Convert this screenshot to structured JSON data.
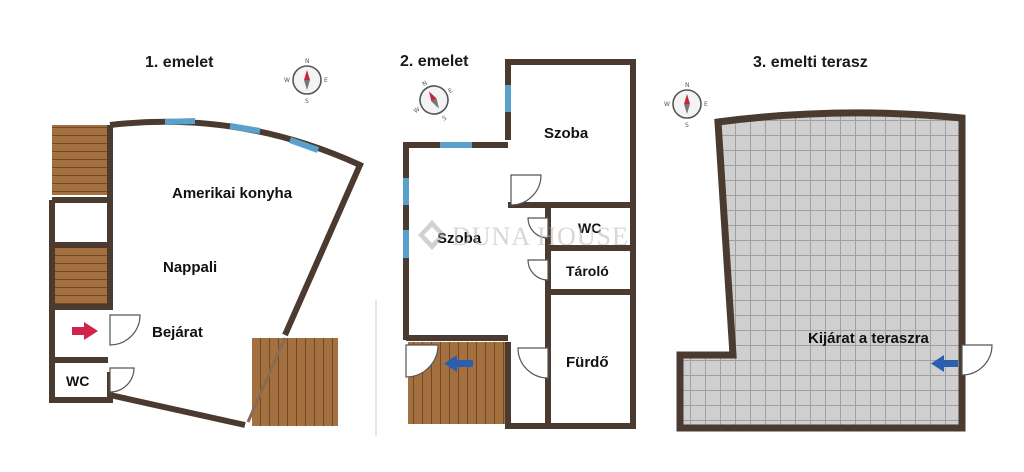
{
  "plans": [
    {
      "title": "1. emelet",
      "rooms": {
        "kitchen": "Amerikai konyha",
        "living": "Nappali",
        "entrance": "Bejárat",
        "wc": "WC"
      }
    },
    {
      "title": "2. emelet",
      "rooms": {
        "room_top": "Szoba",
        "wc": "WC",
        "room_left": "Szoba",
        "storage": "Tároló",
        "bathroom": "Fürdő"
      }
    },
    {
      "title": "3. emelti terasz",
      "rooms": {
        "exit": "Kijárat a teraszra"
      }
    }
  ],
  "watermark": {
    "text": "DUNA HOUSE"
  },
  "compass": {
    "north": "N",
    "south": "S",
    "east": "E",
    "west": "W"
  },
  "colors": {
    "wall": "#4a3a30",
    "window": "#5aa0cc",
    "stairs": "#9a6a3a",
    "tile": "#c9c9c9",
    "arrow_entry": "#d0244a",
    "arrow_exit": "#2a5fb0"
  }
}
